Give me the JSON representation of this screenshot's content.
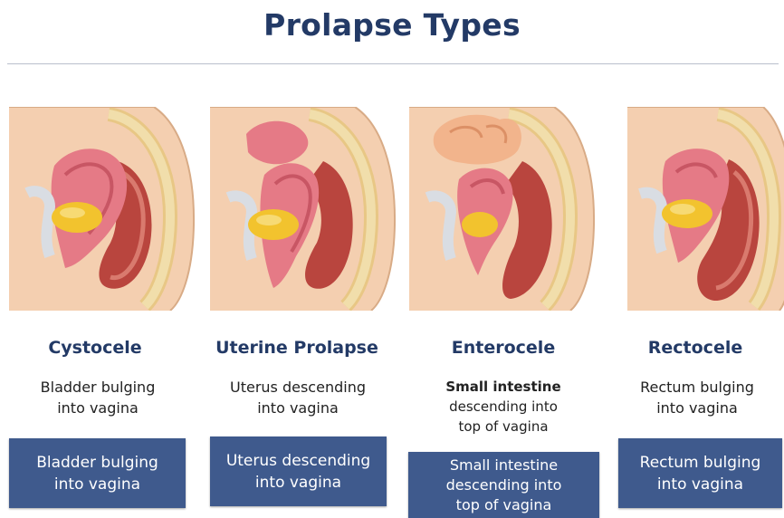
{
  "title": "Prolapse Types",
  "types": [
    {
      "name": "Cystocele",
      "description": "Bladder bulging\ninto vagina",
      "box_text": "Bladder bulging\ninto vagina"
    },
    {
      "name": "Uterine Prolapse",
      "description": "Uterus descending\ninto vagina",
      "box_text": "Uterus descending\ninto vagina"
    },
    {
      "name": "Enterocele",
      "description": "Small intestine\ndescending into\ntop of vagina",
      "box_text": "Small intestine\ndescending into\ntop of vagina"
    },
    {
      "name": "Rectocele",
      "description": "Rectum bulging\ninto vagina",
      "box_text": "Rectum bulging\ninto vagina"
    }
  ],
  "colors": {
    "title": "#233a66",
    "box_fill": "#3f5a8d",
    "skin": "#f4cfb0",
    "bone": "#f1deab",
    "uterus": "#e57a86",
    "bladder": "#f2c32e",
    "intestine": "#f2b48c",
    "rectum": "#b9453e"
  }
}
